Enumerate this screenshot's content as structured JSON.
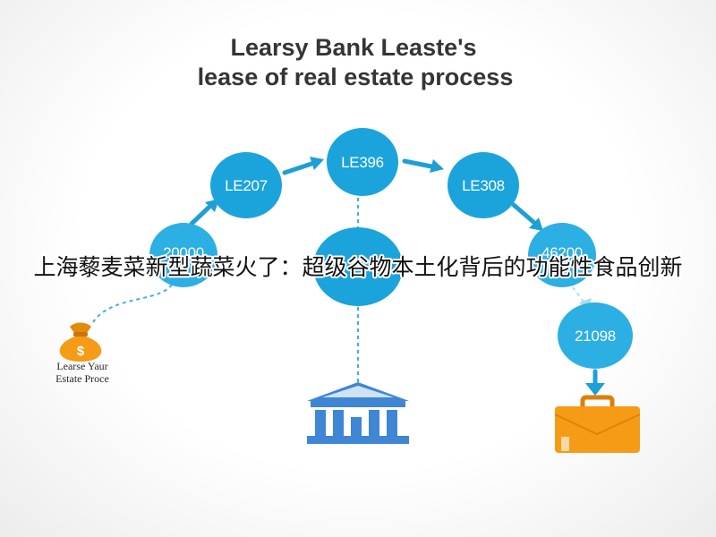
{
  "title": {
    "line1": "Learsy Bank Leaste's",
    "line2": "lease of real estate process"
  },
  "nodes": {
    "top_left": "LE207",
    "top_center": "LE396",
    "top_right": "LE308",
    "mid_left": "20000",
    "mid_right": "46200",
    "bottom_right": "21098"
  },
  "start_label": {
    "line1": "Learse Yaur",
    "line2": "Estate Proce"
  },
  "money_bag_symbol": "$",
  "overlay_caption": "上海藜麦菜新型蔬菜火了：超级谷物本土化背后的功能性食品创新",
  "icons": [
    "money-bag-icon",
    "bank-building-icon",
    "briefcase-icon",
    "arrow-icon"
  ],
  "colors": {
    "node": "#1ba3dc",
    "node_light": "#2cafe3",
    "arrow": "#1e9fd6",
    "dashed": "#3fb0e0",
    "dashed_light": "#a8dcf2",
    "bank": "#3f86d4",
    "orange": "#f59b15",
    "title": "#353535"
  }
}
